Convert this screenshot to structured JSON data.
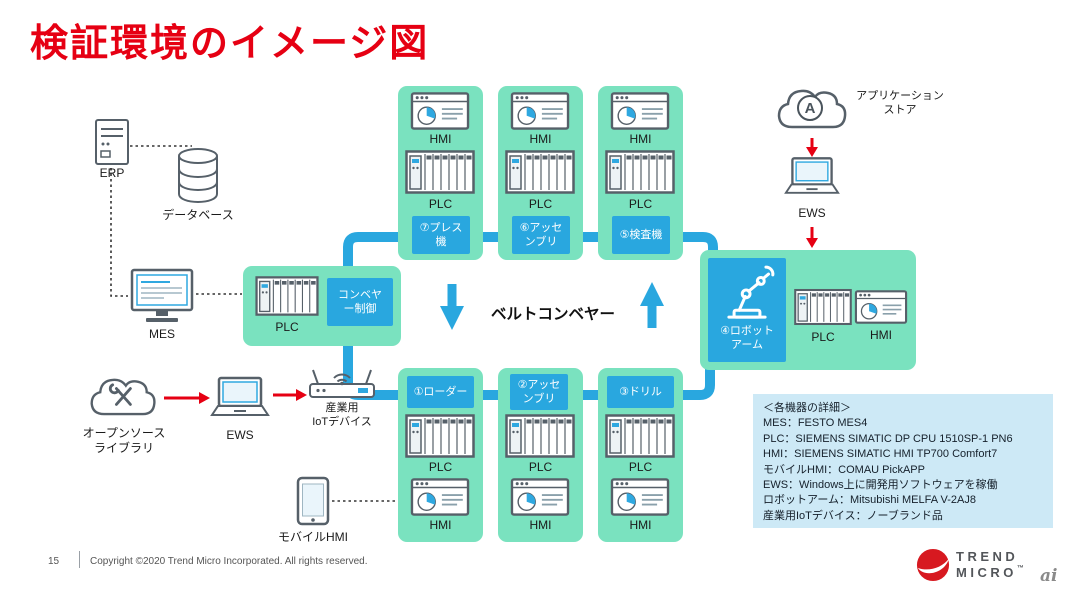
{
  "slide": {
    "title": "検証環境のイメージ図",
    "page_number": "15",
    "copyright": "Copyright ©2020 Trend Micro Incorporated. All rights reserved.",
    "brand": {
      "line1": "TREND",
      "line2": "MICRO",
      "tm": "™"
    },
    "watermark": "ai"
  },
  "colors": {
    "accent_red": "#e60013",
    "pipe_blue": "#29a7df",
    "station_green": "#7ae2bf",
    "details_bg": "#cde9f6"
  },
  "nodes": {
    "erp": {
      "label": "ERP"
    },
    "database": {
      "label": "データベース"
    },
    "mes": {
      "label": "MES"
    },
    "conveyor": {
      "plc_label": "PLC",
      "tag": "コンベヤ\nー制御"
    },
    "opensource": {
      "label": "オープンソース\nライブラリ"
    },
    "ews_left": {
      "label": "EWS"
    },
    "iot": {
      "label": "産業用\nIoTデバイス"
    },
    "mobile_hmi": {
      "label": "モバイルHMI"
    },
    "belt": {
      "label": "ベルトコンベヤー"
    },
    "appstore": {
      "label": "アプリケーション\nストア",
      "icon_letter": "A"
    },
    "ews_right": {
      "label": "EWS"
    },
    "robot": {
      "tag": "④ロボット\nアーム",
      "plc_label": "PLC",
      "hmi_label": "HMI"
    }
  },
  "stations_top": [
    {
      "tag": "⑦プレス\n機",
      "hmi_label": "HMI",
      "plc_label": "PLC"
    },
    {
      "tag": "⑥アッセ\nンブリ",
      "hmi_label": "HMI",
      "plc_label": "PLC"
    },
    {
      "tag": "⑤検査機",
      "hmi_label": "HMI",
      "plc_label": "PLC"
    }
  ],
  "stations_bottom": [
    {
      "tag": "①ローダー",
      "plc_label": "PLC",
      "hmi_label": "HMI"
    },
    {
      "tag": "②アッセ\nンブリ",
      "plc_label": "PLC",
      "hmi_label": "HMI"
    },
    {
      "tag": "③ドリル",
      "plc_label": "PLC",
      "hmi_label": "HMI"
    }
  ],
  "details": {
    "title": "＜各機器の詳細＞",
    "lines": [
      "MES：FESTO MES4",
      "PLC：SIEMENS SIMATIC DP CPU 1510SP-1 PN6",
      "HMI：SIEMENS SIMATIC HMI TP700 Comfort7",
      "モバイルHMI：COMAU PickAPP",
      "EWS：Windows上に開発用ソフトウェアを稼働",
      "ロボットアーム：Mitsubishi MELFA V-2AJ8",
      "産業用IoTデバイス：ノーブランド品"
    ]
  }
}
